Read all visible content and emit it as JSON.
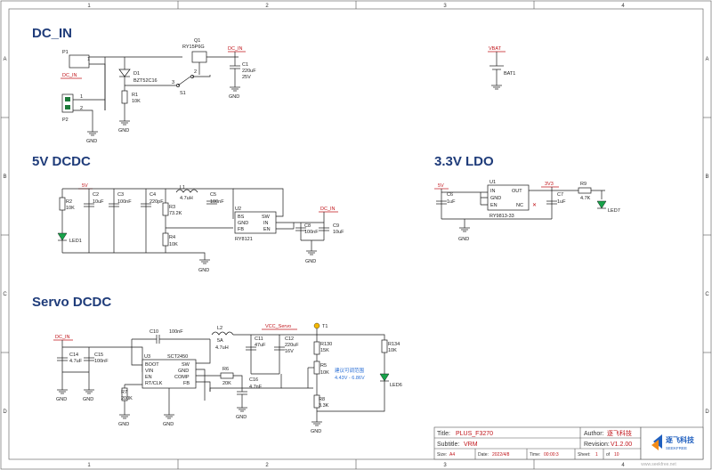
{
  "frame": {
    "columns": [
      "1",
      "2",
      "3",
      "4"
    ],
    "rows": [
      "A",
      "B",
      "C",
      "D"
    ]
  },
  "sections": {
    "dc_in": "DC_IN",
    "dcdc5v": "5V DCDC",
    "ldo": "3.3V LDO",
    "servo": "Servo DCDC"
  },
  "nets": {
    "dc_in": "DC_IN",
    "vbat": "VBAT",
    "v5": "5V",
    "v33": "3V3",
    "vcc_servo": "VCC_Servo",
    "gnd": "GND"
  },
  "dcin_block": {
    "p1": "P1",
    "p2": "P2",
    "dc_in_label": "DC_IN",
    "d1": "D1",
    "d1_val": "BZT52C16",
    "r1": "R1",
    "r1_val": "10K",
    "q1": "Q1",
    "q1_val": "RY15P6G",
    "c1": "C1",
    "c1_val": "220uF",
    "c1_v": "25V",
    "s1": "S1",
    "bat1": "BAT1",
    "pin1": "1",
    "pin2": "2",
    "pin3": "3"
  },
  "dcdc5v_block": {
    "r2": "R2",
    "r2_val": "10K",
    "c2": "C2",
    "c2_val": "10uF",
    "c3": "C3",
    "c3_val": "100nF",
    "c4": "C4",
    "c4_val": "220pF",
    "r3": "R3",
    "r3_val": "73.2K",
    "r4": "R4",
    "r4_val": "10K",
    "l1": "L1",
    "l1_val": "4.7uH",
    "c5": "C5",
    "c5_val": "100nF",
    "u2": "U2",
    "u2_val": "RY8121",
    "pins": [
      "BS",
      "GND",
      "FB",
      "SW",
      "IN",
      "EN"
    ],
    "c8": "C8",
    "c8_val": "100nF",
    "c9": "C9",
    "c9_val": "10uF",
    "led1": "LED1"
  },
  "ldo_block": {
    "u1": "U1",
    "u1_val": "RY9813-33",
    "pins": [
      "IN",
      "GND",
      "EN",
      "OUT",
      "NC"
    ],
    "c6": "C6",
    "c6_val": "1uF",
    "c7": "C7",
    "c7_val": "1uF",
    "r9": "R9",
    "r9_val": "4.7K",
    "led7": "LED7"
  },
  "servo_block": {
    "c14": "C14",
    "c14_val": "4.7uF",
    "c15": "C15",
    "c15_val": "100nF",
    "c10": "C10",
    "c10_val": "100nF",
    "u3": "U3",
    "u3_val": "SCT2450",
    "pins": [
      "BOOT",
      "VIN",
      "EN",
      "RT/CLK",
      "SW",
      "GND",
      "COMP",
      "FB"
    ],
    "r7": "R7",
    "r7_val": "200K",
    "l2": "L2",
    "l2_val": "4.7uH",
    "l2_cur": "5A",
    "c11": "C11",
    "c11_val": "47uF",
    "c12": "C12",
    "c12_val": "220uF",
    "c12_v": "16V",
    "r6": "R6",
    "r6_val": "20K",
    "c16": "C16",
    "c16_val": "4.7nF",
    "r130": "R130",
    "r130_val": "15K",
    "r5": "R5",
    "r5_val": "10K",
    "r8": "R8",
    "r8_val": "3.3K",
    "t1": "T1",
    "r134": "R134",
    "r134_val": "10K",
    "led6": "LED6",
    "note_line1": "建议可调范围",
    "note_line2": "4.43V - 6.86V"
  },
  "title_block": {
    "title_key": "Title:",
    "title_val": "PLUS_F3270",
    "author_key": "Author:",
    "author_val": "逐飞科技",
    "subtitle_key": "Subtitle:",
    "subtitle_val": "VRM",
    "revision_key": "Revision:",
    "revision_val": "V1.2.00",
    "size_key": "Size:",
    "size_val": "A4",
    "date_key": "Date:",
    "date_val": "2022/4/8",
    "time_key": "Time:",
    "time_val": "00:00:3",
    "sheet_key": "Sheet:",
    "sheet_val": "1",
    "of_key": "of",
    "of_val": "10",
    "logo_cn": "逐飞科技",
    "logo_en": "SEEKFREE"
  },
  "watermark": "www.seekfree.net",
  "colors": {
    "section_title": "#1f3c7a",
    "net_label": "#c0141a",
    "wire": "#1a1a1a",
    "note": "#2a6fd6",
    "led": "#18a34a",
    "logo": "#1f5fbf"
  }
}
